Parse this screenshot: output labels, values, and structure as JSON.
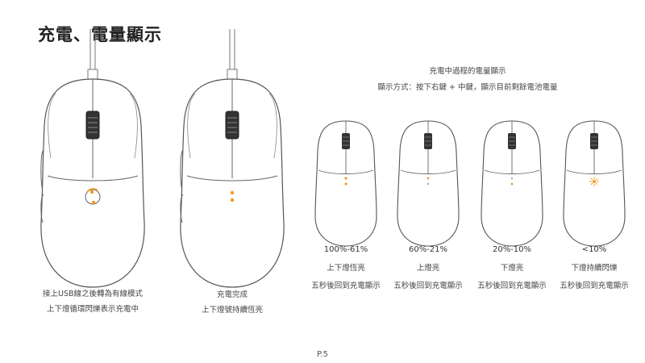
{
  "page": {
    "title": "充電、電量顯示",
    "page_number": "P.5"
  },
  "panel_left": {
    "caption_line1": "接上USB線之後轉為有線模式",
    "caption_line2": "上下燈循環閃爍表示充電中"
  },
  "panel_mid": {
    "caption_line1": "充電完成",
    "caption_line2": "上下燈號持續恆亮"
  },
  "panel_right": {
    "heading": "充電中過程的電量顯示",
    "method": "顯示方式：按下右鍵 + 中鍵，顯示目前剩餘電池電量",
    "levels": [
      {
        "range": "100%-61%",
        "light": "上下燈恆亮",
        "note": "五秒後回到充電顯示"
      },
      {
        "range": "60%-21%",
        "light": "上燈亮",
        "note": "五秒後回到充電顯示"
      },
      {
        "range": "20%-10%",
        "light": "下燈亮",
        "note": "五秒後回到充電顯示"
      },
      {
        "range": "<10%",
        "light": "下燈持續閃爍",
        "note": "五秒後回到充電顯示"
      }
    ]
  },
  "colors": {
    "led": "#f39a1e",
    "outline": "#555555"
  }
}
